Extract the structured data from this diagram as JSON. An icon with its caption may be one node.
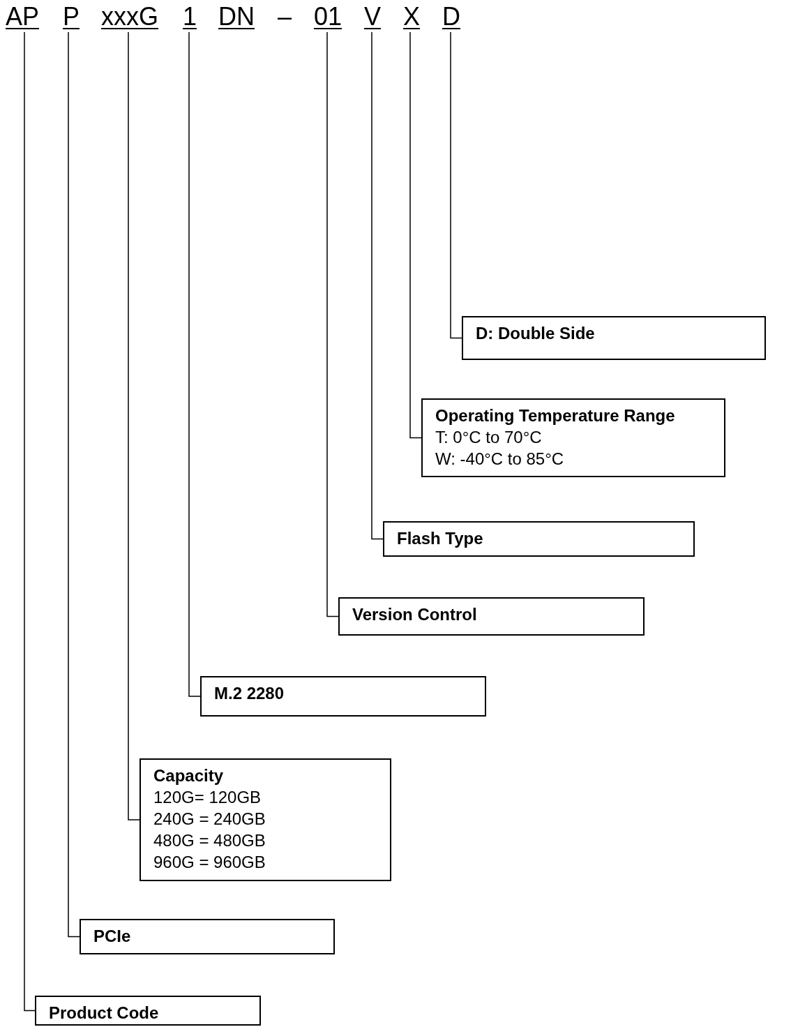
{
  "diagram": {
    "nodes": [
      {
        "text": [
          "AP"
        ]
      },
      {
        "text": [
          "P"
        ]
      },
      {
        "text": [
          "xxxG"
        ]
      },
      {
        "text": [
          "1"
        ]
      },
      {
        "text": [
          "DN"
        ]
      },
      {
        "text": [
          "01"
        ]
      },
      {
        "text": [
          "V"
        ]
      },
      {
        "text": [
          "X"
        ]
      },
      {
        "text": [
          "D"
        ]
      },
      {
        "text": [
          "D: Double Side"
        ]
      },
      {
        "text": [
          "Operating Temperature Range",
          "T: 0°C to 70°C",
          "W: -40°C to 85°C"
        ]
      },
      {
        "text": [
          "Flash Type"
        ]
      },
      {
        "text": [
          "Version Control"
        ]
      },
      {
        "text": [
          "M.2 2280"
        ]
      },
      {
        "text": [
          "Capacity",
          "120G= 120GB",
          "240G = 240GB",
          "480G = 480GB",
          "960G = 960GB"
        ]
      },
      {
        "text": [
          "PCIe"
        ]
      },
      {
        "text": [
          "Product Code"
        ]
      }
    ],
    "edges": [
      {
        "from": 8,
        "to": 9,
        "arrow": "none"
      },
      {
        "from": 7,
        "to": 10,
        "arrow": "none"
      },
      {
        "from": 6,
        "to": 11,
        "arrow": "none"
      },
      {
        "from": 5,
        "to": 12,
        "arrow": "none"
      },
      {
        "from": 3,
        "to": 13,
        "arrow": "none"
      },
      {
        "from": 2,
        "to": 14,
        "arrow": "none"
      },
      {
        "from": 1,
        "to": 15,
        "arrow": "none"
      },
      {
        "from": 0,
        "to": 16,
        "arrow": "none"
      }
    ],
    "labels": [
      "–"
    ]
  }
}
